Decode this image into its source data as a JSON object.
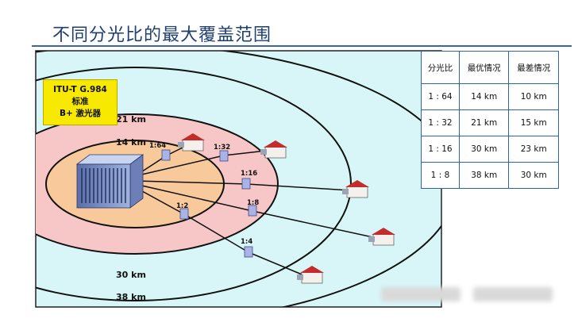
{
  "slide": {
    "title": "不同分光比的最大覆盖范围"
  },
  "olt": {
    "line1": "ITU-T G.984",
    "line2": "标准",
    "line3": "B+ 激光器"
  },
  "rings": {
    "r14": "14 km",
    "r21": "21 km",
    "r30": "30 km",
    "r38": "38 km"
  },
  "splitters": {
    "s64": "1:64",
    "s32": "1:32",
    "s16": "1:16",
    "s8": "1:8",
    "s4": "1:4",
    "s2": "1:2"
  },
  "table": {
    "headers": [
      "分光比",
      "最优情况",
      "最差情况"
    ],
    "rows": [
      [
        "1 : 64",
        "14 km",
        "10 km"
      ],
      [
        "1 : 32",
        "21 km",
        "15 km"
      ],
      [
        "1 : 16",
        "30 km",
        "23 km"
      ],
      [
        "1 : 8",
        "38 km",
        "30 km"
      ]
    ]
  },
  "colors": {
    "background": "#d8f6f8",
    "ring_14": "#f8c99a",
    "ring_21": "#f7c6c6",
    "title": "#1f3f73",
    "standard_box": "#f7ea00",
    "table_border": "#2a66a8"
  },
  "icons": [
    "olt-equipment-icon",
    "splitter-icon",
    "house-icon"
  ]
}
